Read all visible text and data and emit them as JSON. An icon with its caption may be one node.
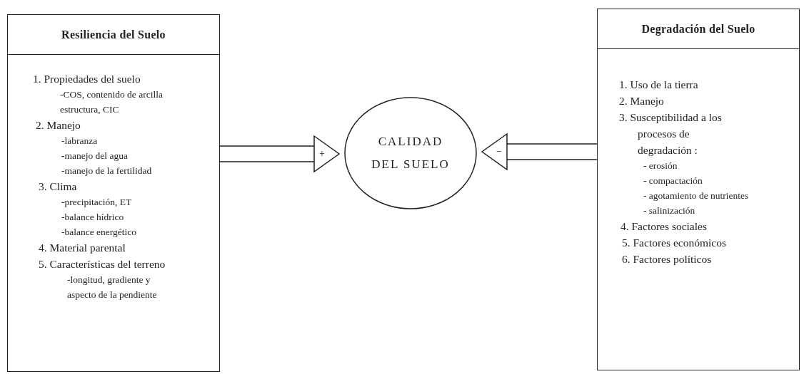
{
  "diagram": {
    "nodes": [
      {
        "text": [
          "Resiliencia del Suelo",
          "1. Propiedades del suelo",
          "-COS, contenido de arcilla estructura, CIC",
          "2. Manejo",
          "-labranza",
          "-manejo del agua",
          "-manejo de la fertilidad",
          "3. Clima",
          "-precipitación, ET",
          "-balance hídrico",
          "-balance energético",
          "4. Material parental",
          "5. Características del terreno",
          "-longitud, gradiente y aspecto de la pendiente"
        ]
      },
      {
        "text": [
          "CALIDAD DEL SUELO"
        ]
      },
      {
        "text": [
          "Degradación del Suelo",
          "1. Uso de la tierra",
          "2. Manejo",
          "3. Susceptibilidad a los procesos de degradación :",
          "- erosión",
          "- compactación",
          "- agotamiento de nutrientes",
          "- salinización",
          "4. Factores sociales",
          "5. Factores económicos",
          "6. Factores políticos"
        ]
      }
    ],
    "edges": [
      {
        "from": 0,
        "to": 1,
        "arrow": "to",
        "label": "+"
      },
      {
        "from": 2,
        "to": 1,
        "arrow": "to",
        "label": "−"
      }
    ]
  }
}
